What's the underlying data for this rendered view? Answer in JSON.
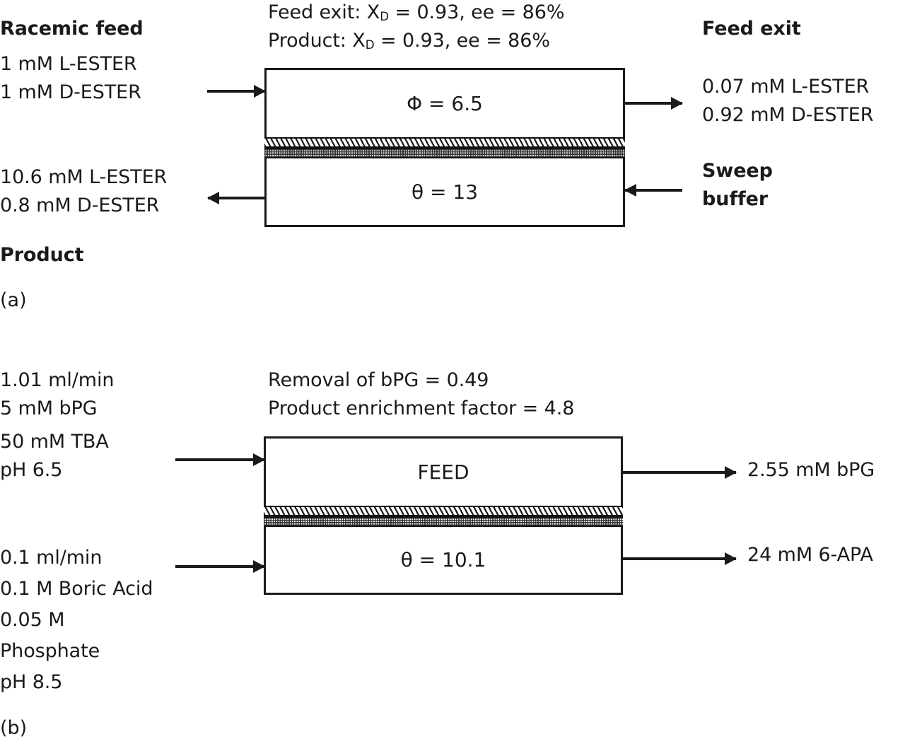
{
  "figure": {
    "panel_a": {
      "label": "(a)",
      "annotations": {
        "feed_exit_line": "Feed exit: Xᴅ = 0.93, ee = 86%",
        "product_line": "Product: Xᴅ = 0.93, ee = 86%",
        "feed_exit_prefix": "Feed exit: X",
        "feed_exit_sub": "D",
        "feed_exit_suffix": " = 0.93, ee = 86%",
        "product_prefix": "Product: X",
        "product_sub": "D",
        "product_suffix": " = 0.93, ee = 86%"
      },
      "inlet": {
        "title": "Racemic feed",
        "line1": "1 mM L-ESTER",
        "line2": "1 mM D-ESTER"
      },
      "outlet_top": {
        "title": "Feed exit",
        "line1": "0.07 mM L-ESTER",
        "line2": "0.92 mM D-ESTER"
      },
      "outlet_bottom": {
        "line1": "10.6 mM L-ESTER",
        "line2": "0.8 mM D-ESTER",
        "title": "Product"
      },
      "sweep": {
        "line1": "Sweep",
        "line2": "buffer"
      },
      "module": {
        "upper_chamber": "Φ = 6.5",
        "lower_chamber": "θ = 13"
      }
    },
    "panel_b": {
      "label": "(b)",
      "annotations": {
        "removal_line": "Removal of bPG = 0.49",
        "enrichment_line": "Product enrichment factor = 4.8"
      },
      "inlet_top": {
        "line1": "1.01 ml/min",
        "line2": "5 mM bPG",
        "line3": "50 mM TBA",
        "line4": "pH 6.5"
      },
      "inlet_bottom": {
        "line1": "0.1 ml/min",
        "line2": "0.1 M Boric Acid",
        "line3": "0.05 M",
        "line4": "Phosphate",
        "line5": "pH 8.5"
      },
      "outlet_top": "2.55 mM bPG",
      "outlet_bottom": "24 mM 6-APA",
      "module": {
        "upper_chamber": "FEED",
        "lower_chamber": "θ = 10.1"
      }
    }
  },
  "colors": {
    "ink": "#1a1a1a",
    "background": "#ffffff"
  }
}
